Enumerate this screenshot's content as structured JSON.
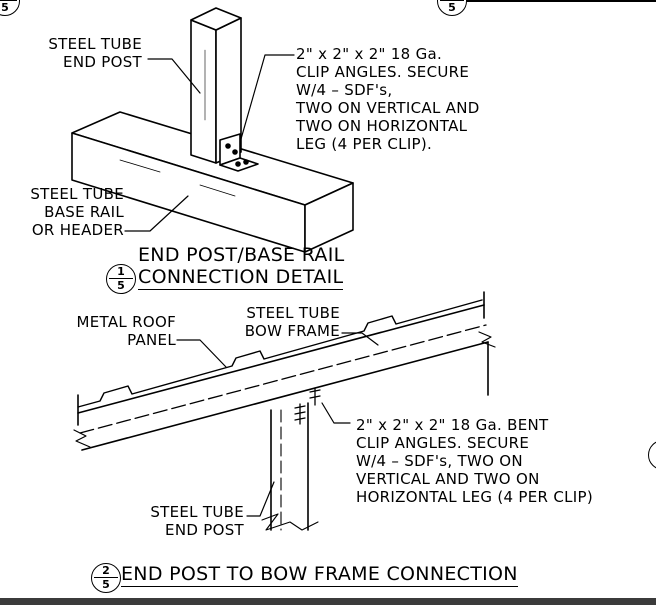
{
  "top_callouts": {
    "top_left_bubble_sheet": "5",
    "top_mid_bubble_sheet": "5"
  },
  "detail_1": {
    "post_label": [
      "STEEL TUBE",
      "END POST"
    ],
    "clip_note": [
      "2\" x 2\" x 2\" 18 Ga.",
      "CLIP ANGLES.  SECURE",
      "W/4 – SDF's,",
      "TWO ON VERTICAL AND",
      "TWO ON HORIZONTAL",
      "LEG (4 PER CLIP)."
    ],
    "rail_label": [
      "STEEL TUBE",
      "BASE RAIL",
      "OR HEADER"
    ],
    "title_line1": "END POST/BASE RAIL",
    "title_line2": "CONNECTION DETAIL",
    "bubble_number": "1",
    "bubble_sheet": "5"
  },
  "detail_2": {
    "roof_label": [
      "METAL ROOF",
      "PANEL"
    ],
    "bow_label": [
      "STEEL TUBE",
      "BOW FRAME"
    ],
    "clip_note": [
      "2\" x 2\" x 2\" 18 Ga. BENT",
      "CLIP ANGLES.  SECURE",
      "W/4 – SDF's, TWO ON",
      "VERTICAL AND TWO ON",
      "HORIZONTAL LEG (4 PER CLIP)"
    ],
    "post_label": [
      "STEEL TUBE",
      "END POST"
    ],
    "title": "END POST TO BOW FRAME CONNECTION",
    "bubble_number": "2",
    "bubble_sheet": "5"
  }
}
